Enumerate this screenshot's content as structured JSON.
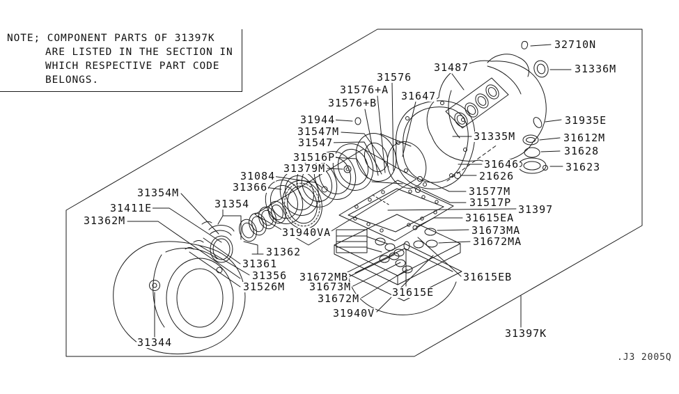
{
  "colors": {
    "background": "#ffffff",
    "line_color": "#1a1a1a",
    "text_color": "#111111"
  },
  "note": {
    "lines": [
      "NOTE; COMPONENT PARTS OF 31397K",
      "ARE LISTED IN THE SECTION IN",
      "WHICH RESPECTIVE PART CODE",
      "BELONGS."
    ]
  },
  "footer_code": ".J3 2005Q",
  "labels": [
    {
      "text": "32710N"
    },
    {
      "text": "31336M"
    },
    {
      "text": "31487"
    },
    {
      "text": "31576"
    },
    {
      "text": "31576+A"
    },
    {
      "text": "31576+B"
    },
    {
      "text": "31647"
    },
    {
      "text": "31944"
    },
    {
      "text": "31547M"
    },
    {
      "text": "31547"
    },
    {
      "text": "31516P"
    },
    {
      "text": "31379M"
    },
    {
      "text": "31335M"
    },
    {
      "text": "31935E"
    },
    {
      "text": "31612M"
    },
    {
      "text": "31628"
    },
    {
      "text": "31646"
    },
    {
      "text": "21626"
    },
    {
      "text": "31623"
    },
    {
      "text": "31577M"
    },
    {
      "text": "31517P"
    },
    {
      "text": "31397"
    },
    {
      "text": "31615EA"
    },
    {
      "text": "31673MA"
    },
    {
      "text": "31672MA"
    },
    {
      "text": "31084"
    },
    {
      "text": "31366"
    },
    {
      "text": "31354M"
    },
    {
      "text": "31354"
    },
    {
      "text": "31411E"
    },
    {
      "text": "31362M"
    },
    {
      "text": "31940VA"
    },
    {
      "text": "31362"
    },
    {
      "text": "31361"
    },
    {
      "text": "31356"
    },
    {
      "text": "31526M"
    },
    {
      "text": "31672MB"
    },
    {
      "text": "31673M"
    },
    {
      "text": "31672M"
    },
    {
      "text": "31615E"
    },
    {
      "text": "31940V"
    },
    {
      "text": "31615EB"
    },
    {
      "text": "31344"
    },
    {
      "text": "31397K"
    }
  ]
}
